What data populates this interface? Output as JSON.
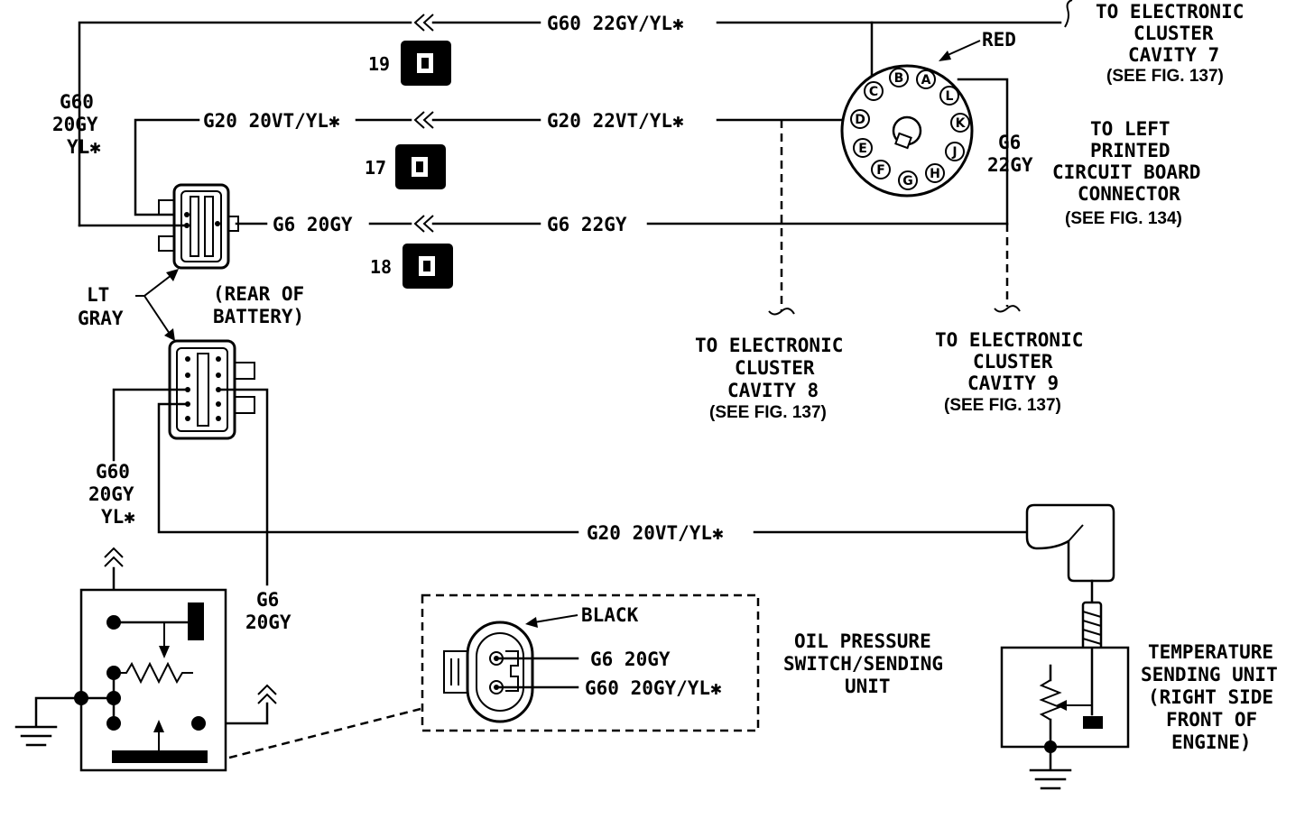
{
  "wires": {
    "g60_top": "G60 22GY/YL✱",
    "g20_mid_left": "G20 20VT/YL✱",
    "g20_mid_right": "G20 22VT/YL✱",
    "g6_left": "G6 20GY",
    "g6_right": "G6 22GY",
    "g60_left_a": "G60",
    "g60_left_b": "20GY",
    "g60_left_c": "YL✱",
    "g6_conn_a": "G6",
    "g6_conn_b": "22GY",
    "g60_low_a": "G60",
    "g60_low_b": "20GY",
    "g60_low_c": "YL✱",
    "g6_low_a": "G6",
    "g6_low_b": "20GY",
    "g20_bottom": "G20 20VT/YL✱",
    "g6_detail": "G6 20GY",
    "g60_detail": "G60 20GY/YL✱"
  },
  "splices": {
    "s19": "19",
    "s17": "17",
    "s18": "18"
  },
  "labels": {
    "red": "RED",
    "black": "BLACK",
    "lt_gray_a": "LT",
    "lt_gray_b": "GRAY",
    "rear_battery_a": "(REAR OF",
    "rear_battery_b": "BATTERY)",
    "cav7_a": "TO ELECTRONIC",
    "cav7_b": "CLUSTER",
    "cav7_c": "CAVITY 7",
    "cav7_d": "(SEE FIG. 137)",
    "left_pcb_a": "TO LEFT",
    "left_pcb_b": "PRINTED",
    "left_pcb_c": "CIRCUIT BOARD",
    "left_pcb_d": "CONNECTOR",
    "left_pcb_e": "(SEE FIG. 134)",
    "cav8_a": "TO ELECTRONIC",
    "cav8_b": "CLUSTER",
    "cav8_c": "CAVITY 8",
    "cav8_d": "(SEE FIG. 137)",
    "cav9_a": "TO ELECTRONIC",
    "cav9_b": "CLUSTER",
    "cav9_c": "CAVITY 9",
    "cav9_d": "(SEE FIG. 137)",
    "oil_a": "OIL PRESSURE",
    "oil_b": "SWITCH/SENDING",
    "oil_c": "UNIT",
    "temp_a": "TEMPERATURE",
    "temp_b": "SENDING UNIT",
    "temp_c": "(RIGHT SIDE",
    "temp_d": "FRONT OF",
    "temp_e": "ENGINE)"
  },
  "connector_pins": [
    "A",
    "B",
    "C",
    "D",
    "E",
    "F",
    "G",
    "H",
    "J",
    "K",
    "L"
  ]
}
